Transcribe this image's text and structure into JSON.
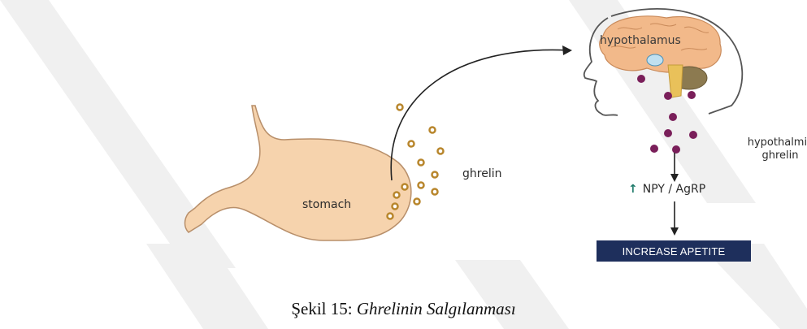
{
  "labels": {
    "stomach": "stomach",
    "ghrelin": "ghrelin",
    "hypothalamus": "hypothalamus",
    "hypothalmic_ghrelin": "hypothalmic\nghrelin",
    "npy": "NPY / AgRP",
    "increase": "INCREASE APETITE"
  },
  "caption": {
    "prefix": "Şekil 15: ",
    "title": "Ghrelinin Salgılanması"
  },
  "colors": {
    "stomach_fill": "#f6d3ad",
    "stomach_stroke": "#b88f6a",
    "ghrelin_ring": "#b8862c",
    "hypo_ghrelin": "#7a1f5a",
    "banner": "#1e2f5c",
    "npy_arrow": "#1e7a6a",
    "watermark": "#ececec"
  },
  "icons": [
    "up-arrow-icon",
    "down-arrow-icon",
    "curved-arrow-icon",
    "brain-icon",
    "stomach-icon"
  ]
}
